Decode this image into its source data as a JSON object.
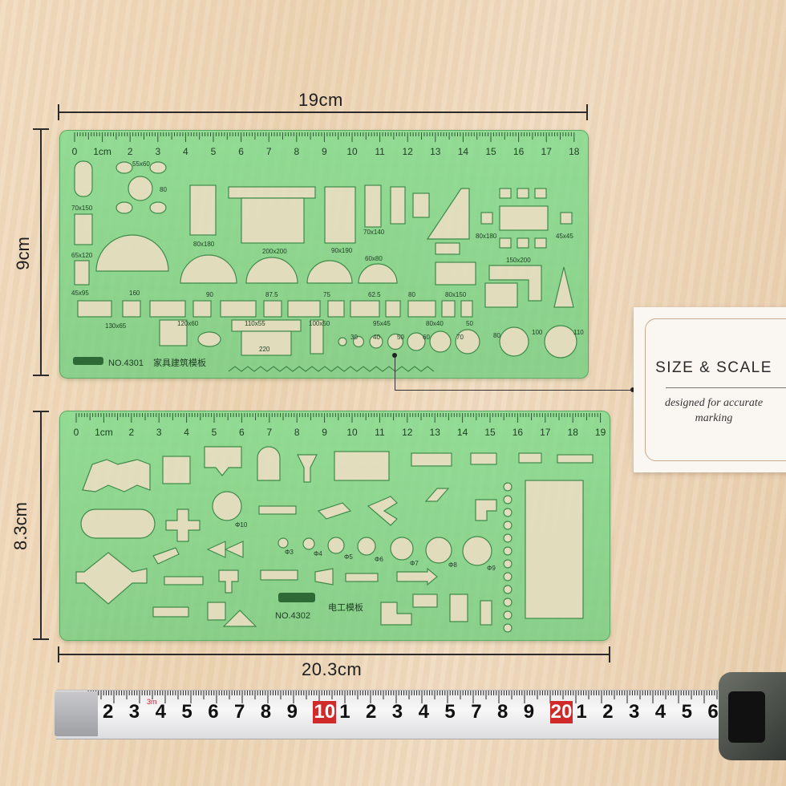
{
  "dimensions": {
    "top_width": "19cm",
    "top_height": "9cm",
    "bottom_height": "8.3cm",
    "bottom_width": "20.3cm"
  },
  "card": {
    "title": "SIZE & SCALE",
    "subtitle_line1": "designed for accurate",
    "subtitle_line2": "marking"
  },
  "stencil_top": {
    "ruler_numbers": [
      "0",
      "1cm",
      "2",
      "3",
      "4",
      "5",
      "6",
      "7",
      "8",
      "9",
      "10",
      "11",
      "12",
      "13",
      "14",
      "15",
      "16",
      "17",
      "18"
    ],
    "labels": [
      "55x60",
      "80",
      "70x150",
      "65x120",
      "45x95",
      "160",
      "80x180",
      "90",
      "200x200",
      "87.5",
      "90x190",
      "75",
      "70x140",
      "60x80",
      "62.5",
      "80",
      "80x180",
      "45x45",
      "150x200",
      "80x150",
      "130x65",
      "120x60",
      "110x55",
      "100x50",
      "95x45",
      "80x40",
      "50",
      "220",
      "30",
      "40",
      "50",
      "60",
      "70",
      "80",
      "100",
      "110"
    ],
    "model": "NO.4301",
    "name": "家具建筑模板"
  },
  "stencil_bottom": {
    "ruler_numbers": [
      "0",
      "1cm",
      "2",
      "3",
      "4",
      "5",
      "6",
      "7",
      "8",
      "9",
      "10",
      "11",
      "12",
      "13",
      "14",
      "15",
      "16",
      "17",
      "18",
      "19"
    ],
    "labels": [
      "Φ10",
      "Φ3",
      "Φ4",
      "Φ5",
      "Φ6",
      "Φ7",
      "Φ8",
      "Φ9"
    ],
    "model": "NO.4302",
    "name": "电工模板"
  },
  "tape": {
    "numbers": [
      "2",
      "3",
      "4",
      "5",
      "6",
      "7",
      "8",
      "9",
      "10",
      "1",
      "2",
      "3",
      "4",
      "5",
      "7",
      "8",
      "9",
      "20",
      "1",
      "2",
      "3",
      "4",
      "5",
      "6"
    ],
    "small_mark": "3m"
  }
}
